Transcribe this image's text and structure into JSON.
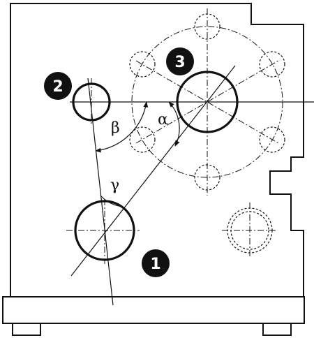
{
  "labels": {
    "hole1": "1",
    "hole2": "2",
    "hole3": "3"
  },
  "angles": {
    "alpha": "α",
    "beta": "β",
    "gamma": "γ"
  }
}
